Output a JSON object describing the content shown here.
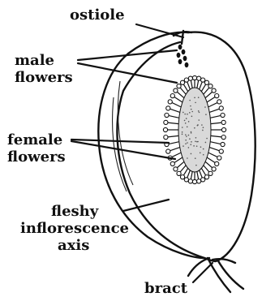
{
  "labels": {
    "ostiole": "ostiole",
    "male_line1": "male",
    "male_line2": "flowers",
    "female_line1": "female",
    "female_line2": "flowers",
    "axis_line1": "fleshy",
    "axis_line2": "inflorescence",
    "axis_line3": "axis",
    "bract": "bract"
  },
  "colors": {
    "ink": "#111111",
    "background": "#ffffff"
  }
}
